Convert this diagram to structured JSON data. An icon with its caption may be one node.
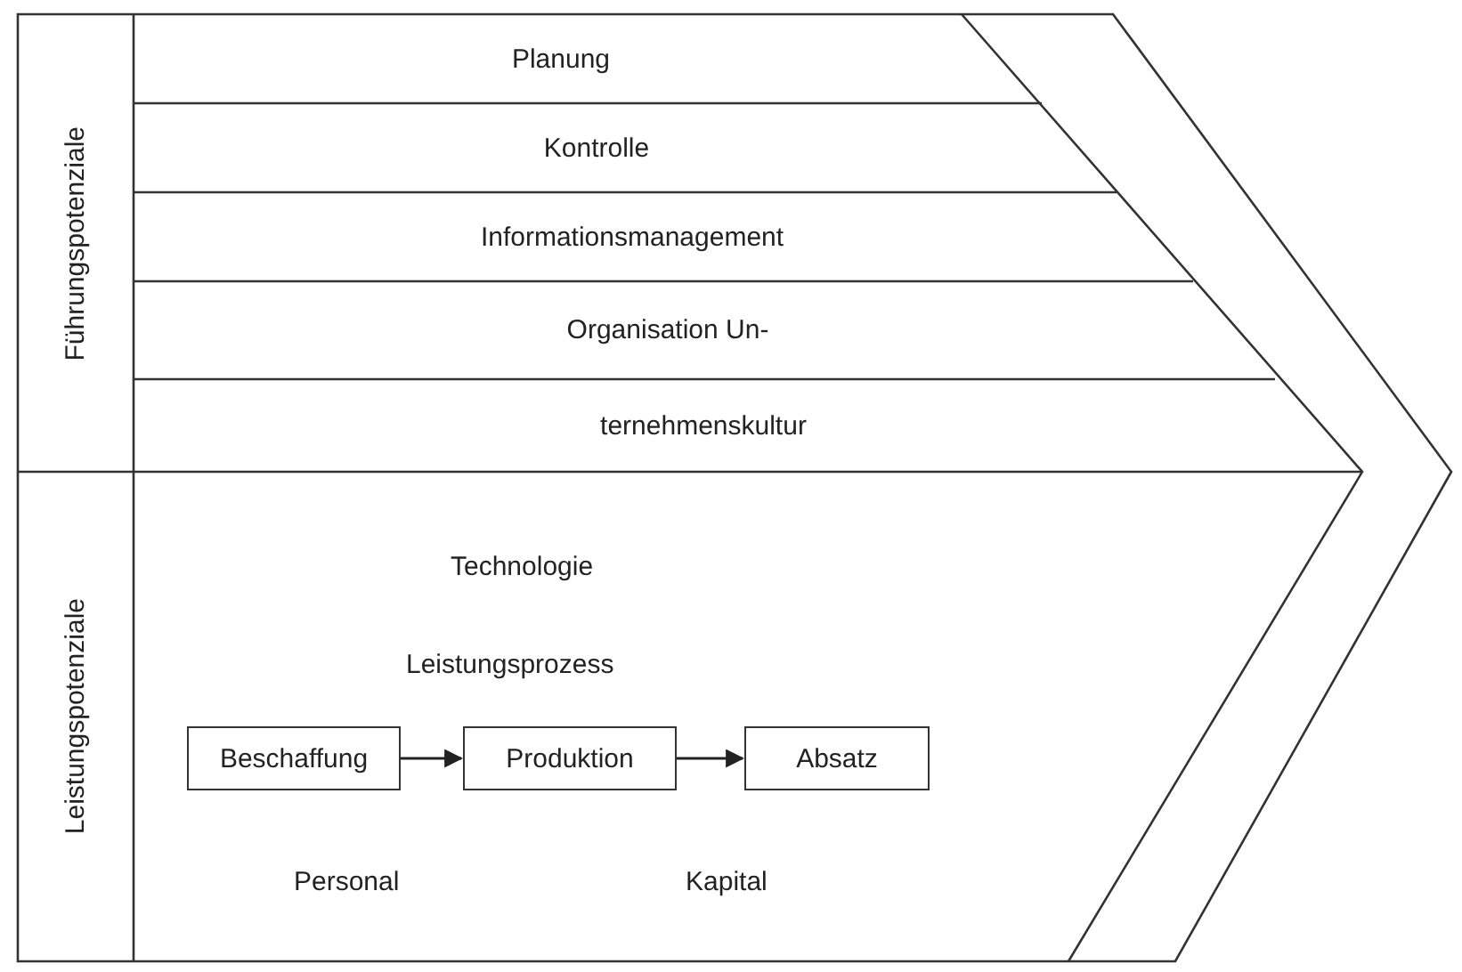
{
  "diagram": {
    "nodes": [
      {
        "text": [
          "Führungspotenziale"
        ]
      },
      {
        "text": [
          "Planung"
        ]
      },
      {
        "text": [
          "Kontrolle"
        ]
      },
      {
        "text": [
          "Informationsmanagement"
        ]
      },
      {
        "text": [
          "Organisation Un-"
        ]
      },
      {
        "text": [
          "ternehmenskultur"
        ]
      },
      {
        "text": [
          "Leistungspotenziale"
        ]
      },
      {
        "text": [
          "Beschaffung"
        ]
      },
      {
        "text": [
          "Produktion"
        ]
      },
      {
        "text": [
          "Absatz"
        ]
      }
    ],
    "edges": [
      {
        "from": 7,
        "to": 8,
        "arrow": "to"
      },
      {
        "from": 8,
        "to": 9,
        "arrow": "to"
      }
    ],
    "labels": [
      "Technologie",
      "Leistungsprozess",
      "Personal",
      "Kapital"
    ]
  }
}
